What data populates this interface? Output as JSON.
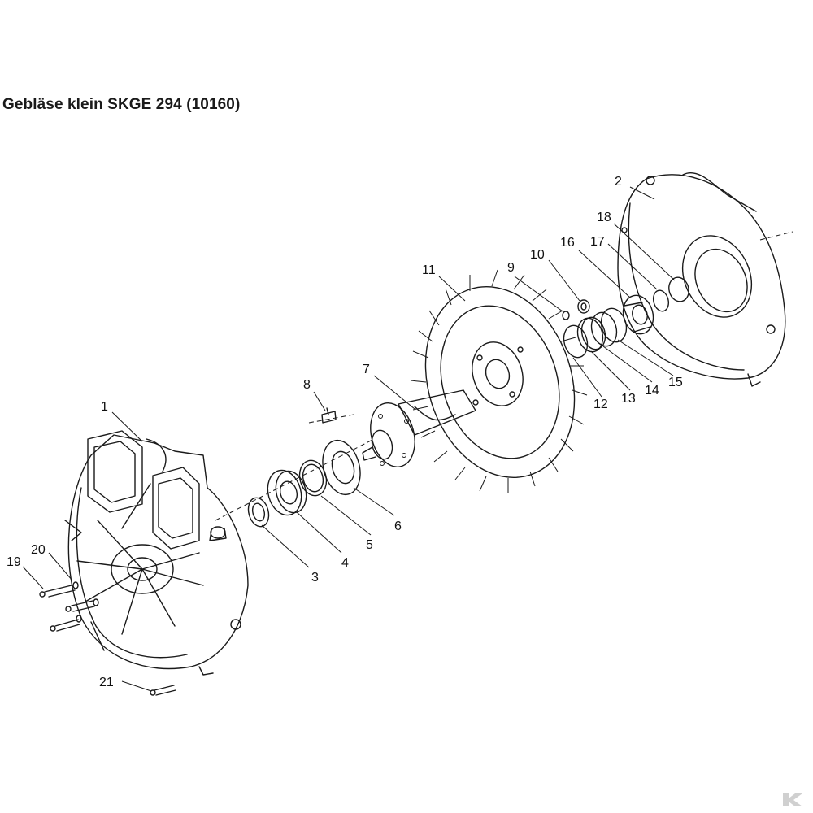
{
  "title": "Gebläse klein SKGE 294 (10160)",
  "part_numbers": [
    "1",
    "2",
    "3",
    "4",
    "5",
    "6",
    "7",
    "8",
    "9",
    "10",
    "11",
    "12",
    "13",
    "14",
    "15",
    "16",
    "17",
    "18",
    "19",
    "20",
    "21"
  ],
  "logo_mark": "K"
}
